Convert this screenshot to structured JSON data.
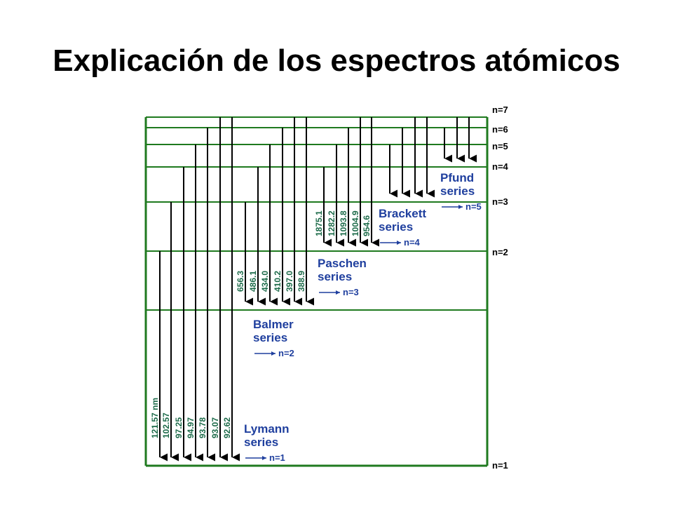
{
  "slide": {
    "title": "Explicación de los espectros atómicos"
  },
  "colors": {
    "level_line": "#1f7a1f",
    "arrow": "#000000",
    "wavelength": "#1d6b4a",
    "series_label": "#1f3f9e"
  },
  "levels": [
    {
      "n": 1,
      "label": "n=1"
    },
    {
      "n": 2,
      "label": "n=2"
    },
    {
      "n": 3,
      "label": "n=3"
    },
    {
      "n": 4,
      "label": "n=4"
    },
    {
      "n": 5,
      "label": "n=5"
    },
    {
      "n": 6,
      "label": "n=6"
    },
    {
      "n": 7,
      "label": "n=7"
    }
  ],
  "series": [
    {
      "name": "Lymann",
      "word": "series",
      "target_label": "n=1",
      "target": 1,
      "transitions": [
        {
          "from": 2,
          "wl": "121.57 nm"
        },
        {
          "from": 3,
          "wl": "102.57"
        },
        {
          "from": 4,
          "wl": "97.25"
        },
        {
          "from": 5,
          "wl": "94.97"
        },
        {
          "from": 6,
          "wl": "93.78"
        },
        {
          "from": 7,
          "wl": "93.07"
        },
        {
          "from": 8,
          "wl": "92.62"
        }
      ]
    },
    {
      "name": "Balmer",
      "word": "series",
      "target_label": "n=2",
      "target": 2,
      "transitions": [
        {
          "from": 3,
          "wl": "656.3"
        },
        {
          "from": 4,
          "wl": "486.1"
        },
        {
          "from": 5,
          "wl": "434.0"
        },
        {
          "from": 6,
          "wl": "410.2"
        },
        {
          "from": 7,
          "wl": "397.0"
        },
        {
          "from": 8,
          "wl": "388.9"
        }
      ]
    },
    {
      "name": "Paschen",
      "word": "series",
      "target_label": "n=3",
      "target": 3,
      "transitions": [
        {
          "from": 4,
          "wl": "1875.1"
        },
        {
          "from": 5,
          "wl": "1282.2"
        },
        {
          "from": 6,
          "wl": "1093.8"
        },
        {
          "from": 7,
          "wl": "1004.9"
        },
        {
          "from": 8,
          "wl": "954.6"
        }
      ]
    },
    {
      "name": "Brackett",
      "word": "series",
      "target_label": "n=4",
      "target": 4,
      "transitions": [
        {
          "from": 5,
          "wl": ""
        },
        {
          "from": 6,
          "wl": ""
        },
        {
          "from": 7,
          "wl": ""
        },
        {
          "from": 8,
          "wl": ""
        }
      ]
    },
    {
      "name": "Pfund",
      "word": "series",
      "target_label": "n=5",
      "target": 5,
      "transitions": [
        {
          "from": 6,
          "wl": ""
        },
        {
          "from": 7,
          "wl": ""
        },
        {
          "from": 8,
          "wl": ""
        }
      ]
    }
  ]
}
